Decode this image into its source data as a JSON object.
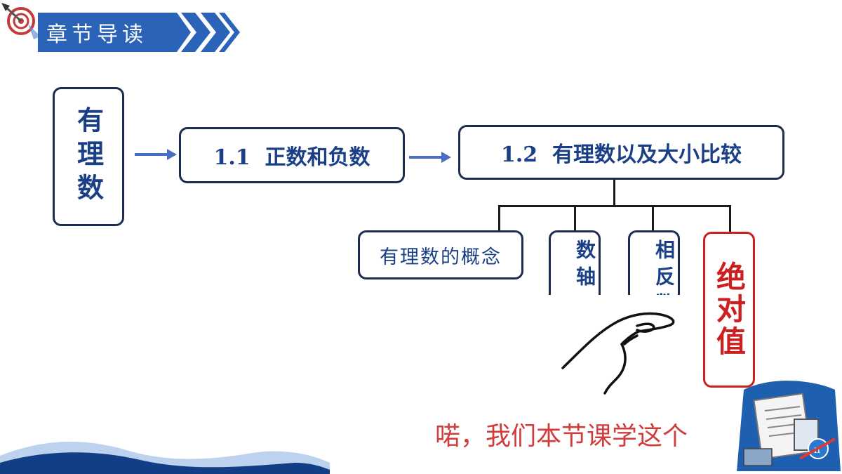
{
  "header": {
    "title": "章节导读"
  },
  "tree": {
    "root": "有理数",
    "node_1_1": "1.1  正数和负数",
    "node_1_2": "1.2  有理数以及大小比较",
    "children": {
      "concept": "有理数的概念",
      "number_line": "数轴",
      "opposite": "相反数",
      "absolute_value": "绝对值"
    }
  },
  "caption": "喏，我们本节课学这个",
  "colors": {
    "primary": "#1a3f86",
    "accent": "#cc1f1f",
    "header": "#2a63b8",
    "wave": "#123e86"
  }
}
